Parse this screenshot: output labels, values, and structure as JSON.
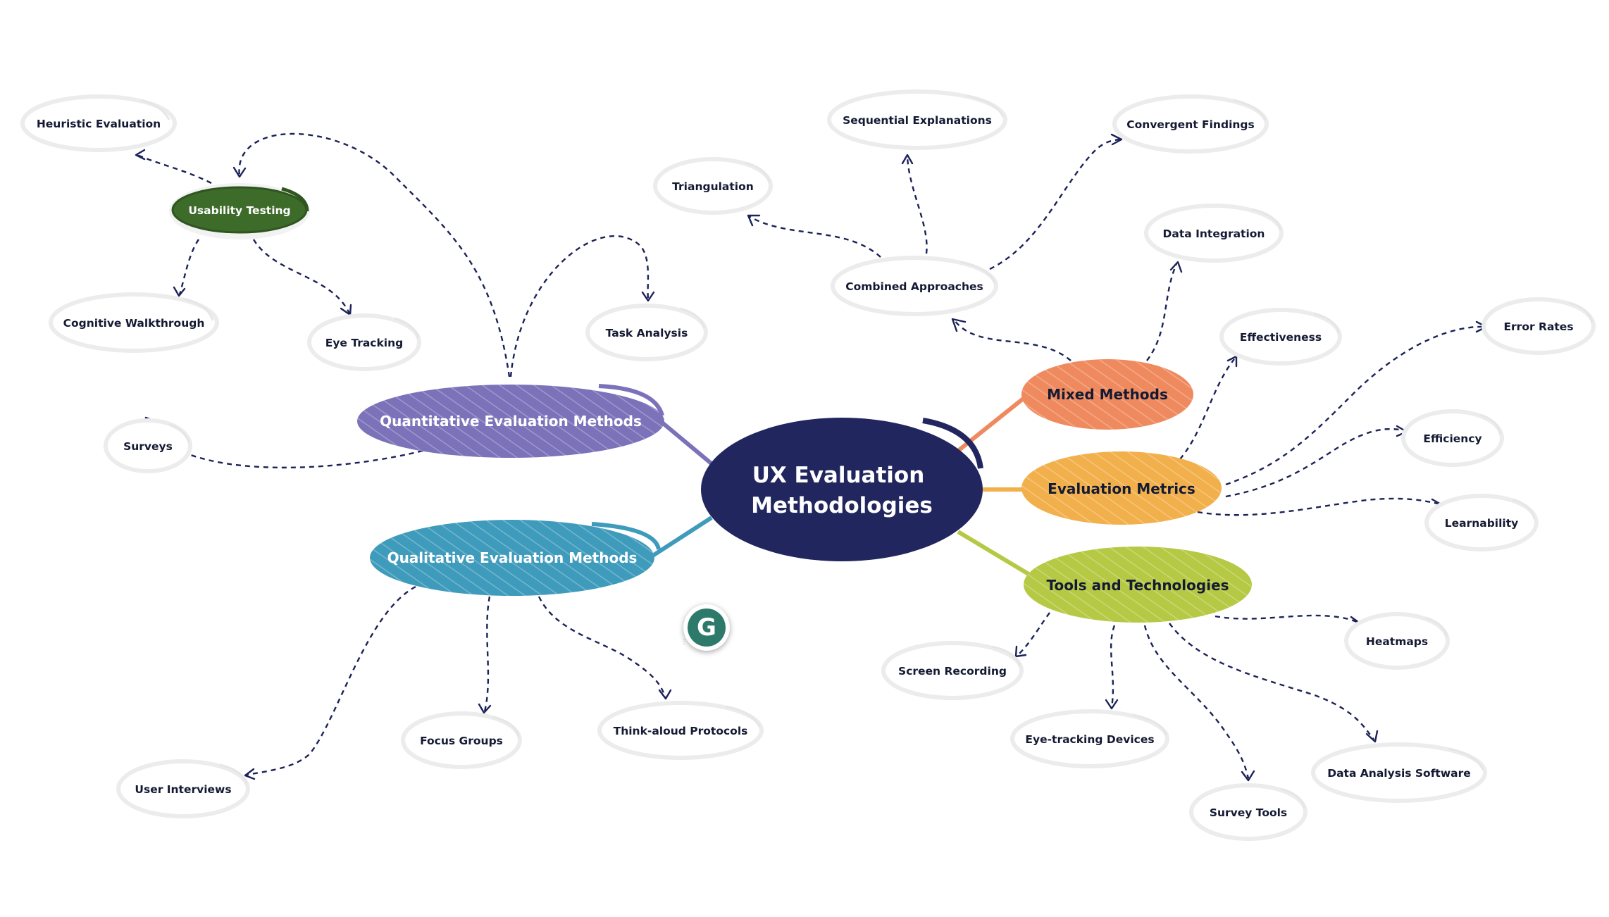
{
  "center": {
    "label_line1": "UX Evaluation",
    "label_line2": "Methodologies",
    "color": "#21265e"
  },
  "branches": {
    "quantitative": {
      "label": "Quantitative Evaluation Methods",
      "color": "#7b72b9"
    },
    "qualitative": {
      "label": "Qualitative Evaluation Methods",
      "color": "#3f9bbb"
    },
    "mixed": {
      "label": "Mixed Methods",
      "color": "#ef8a5f"
    },
    "metrics": {
      "label": "Evaluation Metrics",
      "color": "#f2b04c"
    },
    "tools": {
      "label": "Tools and Technologies",
      "color": "#b6c944"
    }
  },
  "subtopic": {
    "label": "Usability Testing",
    "color": "#3d6b2a"
  },
  "leaves": {
    "heuristic": "Heuristic Evaluation",
    "cognitive": "Cognitive Walkthrough",
    "eye_tracking": "Eye Tracking",
    "task_analysis": "Task Analysis",
    "surveys": "Surveys",
    "focus_groups": "Focus Groups",
    "think_aloud": "Think-aloud Protocols",
    "user_interviews": "User Interviews",
    "triangulation": "Triangulation",
    "sequential": "Sequential Explanations",
    "convergent": "Convergent Findings",
    "combined": "Combined Approaches",
    "data_integration": "Data Integration",
    "effectiveness": "Effectiveness",
    "error_rates": "Error Rates",
    "efficiency": "Efficiency",
    "learnability": "Learnability",
    "heatmaps": "Heatmaps",
    "screen_recording": "Screen Recording",
    "eye_tracking_devices": "Eye-tracking Devices",
    "survey_tools": "Survey Tools",
    "data_analysis": "Data Analysis Software"
  },
  "widget": {
    "icon": "grammarly-icon",
    "glyph": "G"
  }
}
